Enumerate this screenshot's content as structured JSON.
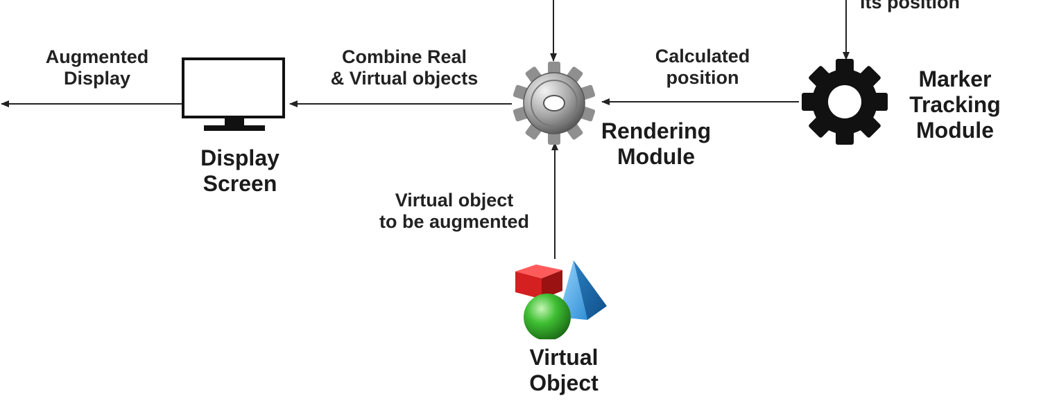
{
  "edges": {
    "top_right_partial": "its position",
    "augmented_display": [
      "Augmented",
      "Display"
    ],
    "combine": [
      "Combine Real",
      "& Virtual objects"
    ],
    "calculated_position": [
      "Calculated",
      "position"
    ],
    "virtual_object_to_augment": [
      "Virtual object",
      "to be augmented"
    ]
  },
  "nodes": {
    "display_screen": [
      "Display",
      "Screen"
    ],
    "rendering_module": [
      "Rendering",
      "Module"
    ],
    "marker_tracking_module": [
      "Marker",
      "Tracking",
      "Module"
    ],
    "virtual_object": [
      "Virtual",
      "Object"
    ]
  },
  "icons": {
    "display": "monitor-icon",
    "rendering": "silver-gear-icon",
    "tracking": "black-gear-icon",
    "virtual_object": "3d-shapes-icon"
  },
  "colors": {
    "line": "#222222",
    "text": "#1b1b1b",
    "cube": "#d42020",
    "pyramid": "#2f8fd6",
    "sphere": "#2fae2a",
    "gear_dark": "#111111",
    "gear_silver": "#9a9a9a"
  }
}
